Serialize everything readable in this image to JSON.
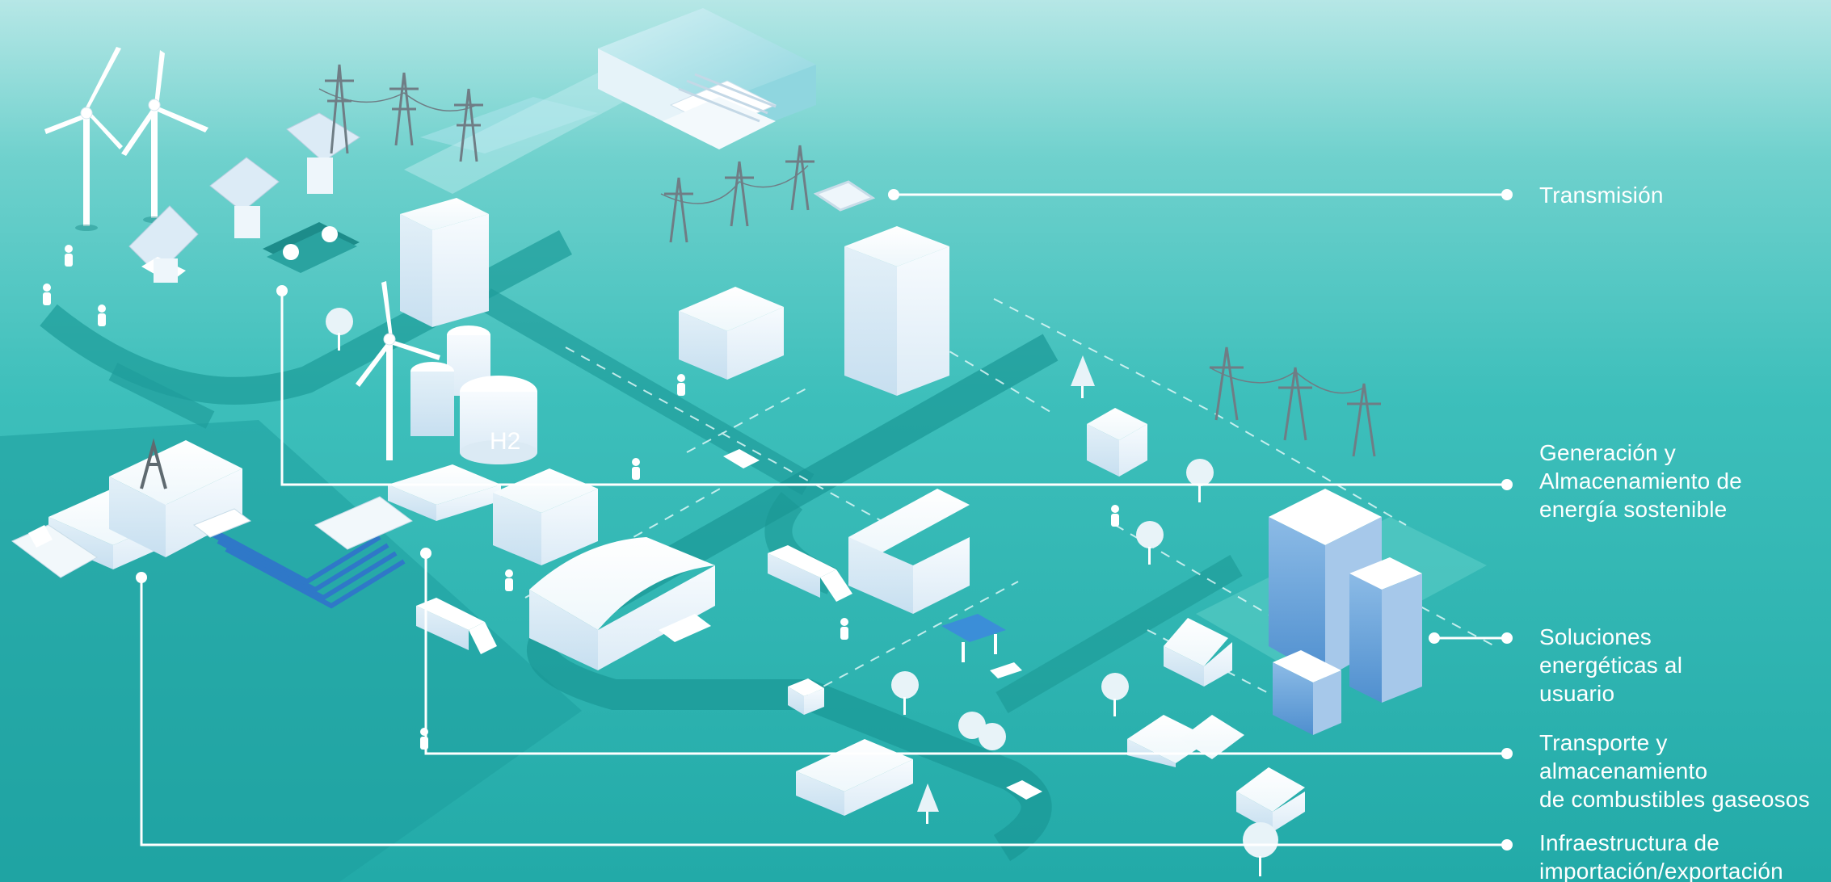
{
  "labels": {
    "transmision": [
      "Transmisión"
    ],
    "generacion": [
      "Generación y",
      "Almacenamiento de",
      "energía  sostenible"
    ],
    "soluciones": [
      "Soluciones",
      "energéticas al",
      "usuario"
    ],
    "transporte": [
      "Transporte y",
      "almacenamiento",
      "de combustibles gaseosos"
    ],
    "infraestructura": [
      "Infraestructura de",
      "importación/exportación"
    ]
  },
  "hydrogen_tank_label": "H2",
  "colors": {
    "background_top": "#b6e7e6",
    "background_bottom": "#22aaa8",
    "road": "#1d9f9d",
    "building": "#f2fafc",
    "glass_tower": "#6aa3d8",
    "pipeline": "#2f78c8",
    "callout_line": "#ffffff"
  },
  "icons": [
    "wind-turbine-icon",
    "solar-panel-icon",
    "battery-icon",
    "transmission-tower-icon",
    "hydroelectric-dam-icon",
    "hydrogen-tank-icon",
    "truck-icon",
    "car-icon",
    "ship-icon",
    "refinery-icon",
    "gas-station-icon",
    "office-tower-icon",
    "tree-icon",
    "person-icon"
  ]
}
